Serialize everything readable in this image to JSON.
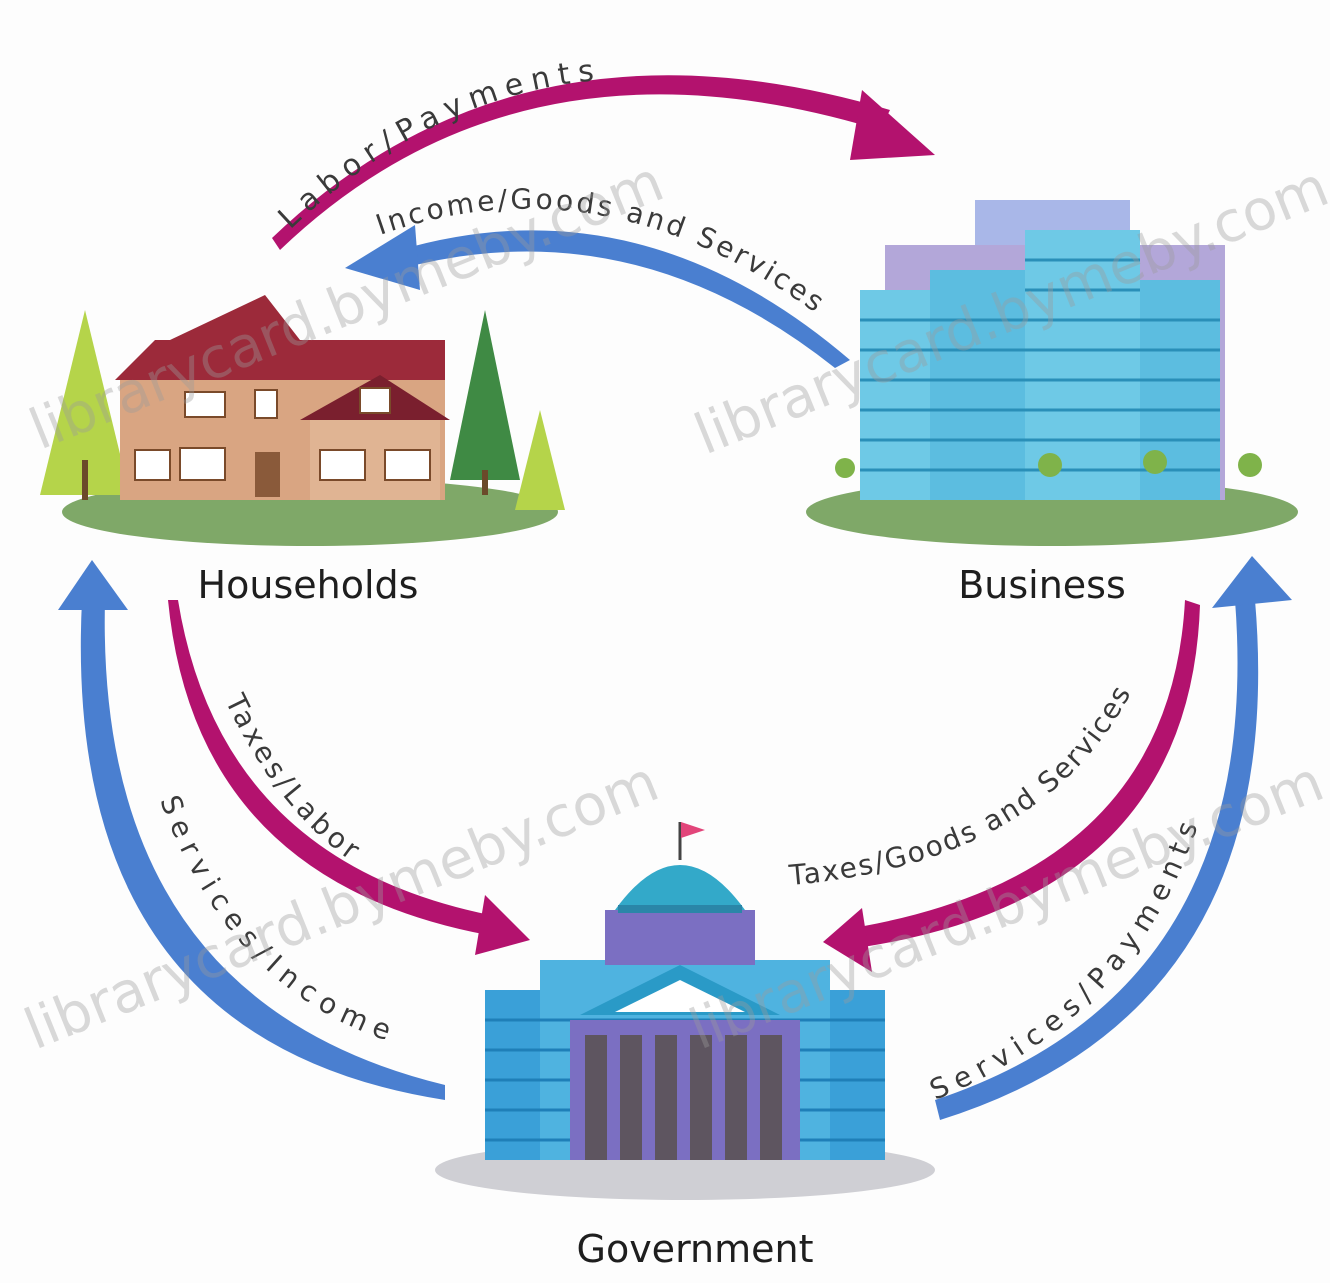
{
  "nodes": {
    "households": "Households",
    "business": "Business",
    "government": "Government"
  },
  "flows": {
    "labor_payments": "Labor/Payments",
    "income_goods_services": "Income/Goods and Services",
    "taxes_labor": "Taxes/Labor",
    "services_income": "Services/Income",
    "taxes_goods_services": "Taxes/Goods and Services",
    "services_payments": "Services/Payments"
  },
  "watermark": "librarycard.bymeby.com",
  "colors": {
    "magenta_arrow": "#b3126e",
    "blue_arrow": "#4a7fd0",
    "ground": "#7fa868",
    "house_wall": "#d9a582",
    "house_roof": "#9c2a3a",
    "glass": "#6ec9e6",
    "dome": "#33a9c9",
    "columns": "#7b6fc2"
  }
}
